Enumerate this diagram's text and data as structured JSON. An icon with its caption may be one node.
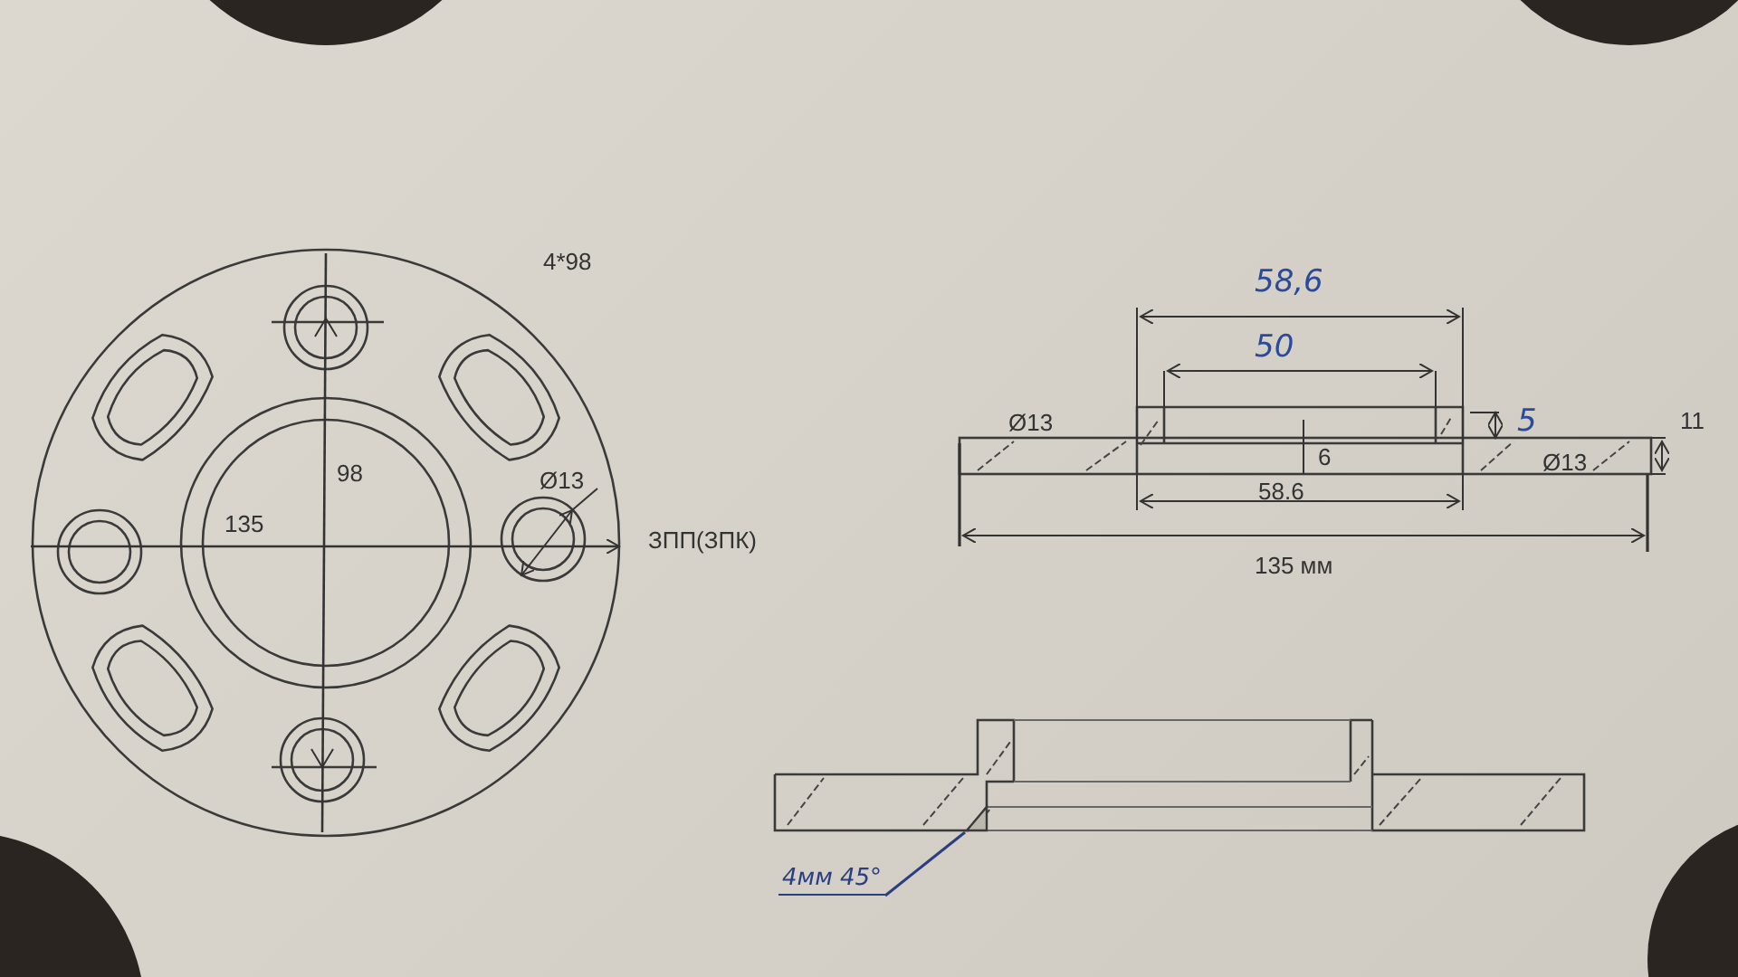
{
  "diagram": {
    "nodes": [
      {
        "text": [
          "4мм 45°"
        ]
      },
      {
        "text": [],
        "shape": "triangle"
      }
    ],
    "edges": [
      {
        "from": 0,
        "to": 1,
        "arrow": "none"
      }
    ],
    "labels": [
      "4*98",
      "58,6",
      "50",
      "Ø13",
      "5",
      "11",
      "98",
      "Ø13",
      "6",
      "Ø13",
      "135",
      "58.6",
      "ЗПП(ЗПК)",
      "135 мм"
    ]
  }
}
